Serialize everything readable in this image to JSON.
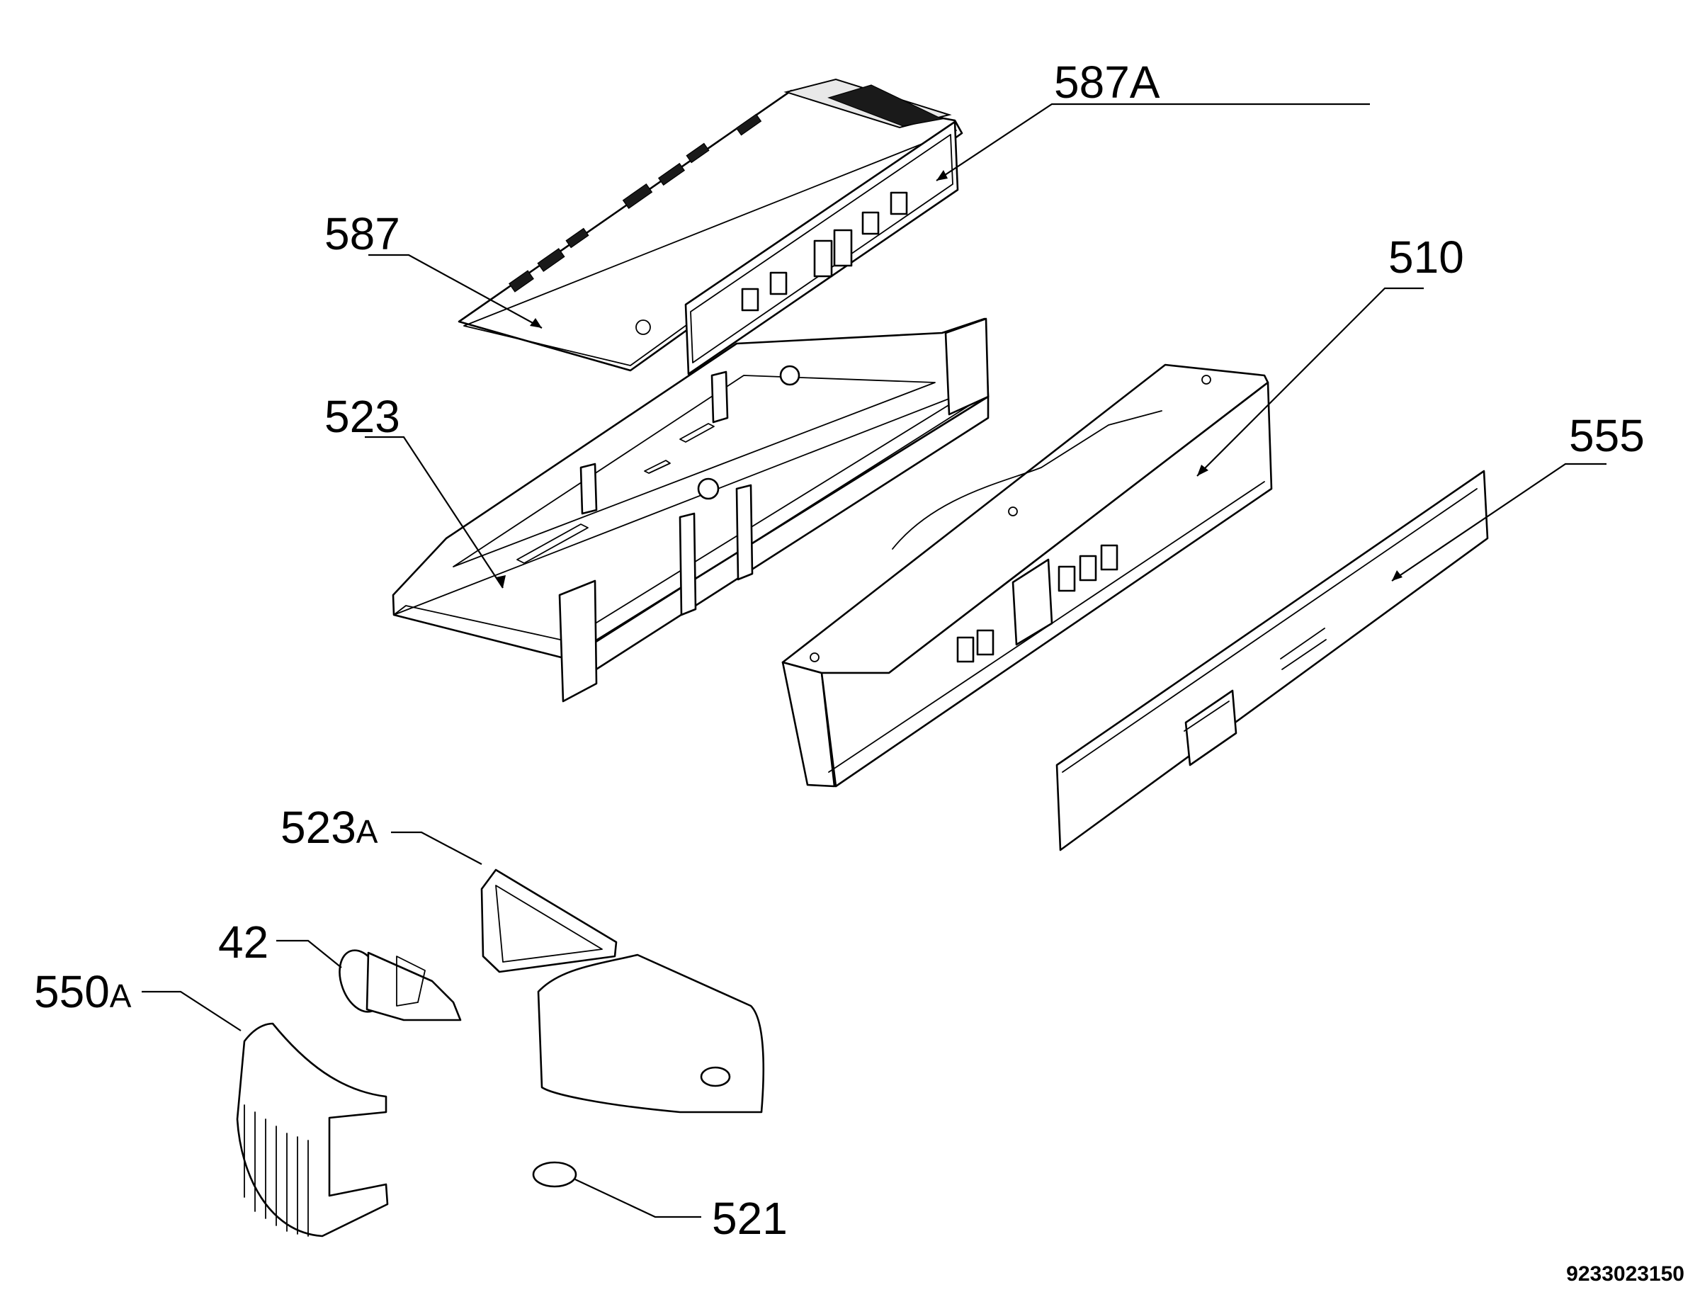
{
  "callouts": {
    "c587A": {
      "main": "587",
      "suffix": "A"
    },
    "c587": {
      "main": "587"
    },
    "c510": {
      "main": "510"
    },
    "c523": {
      "main": "523"
    },
    "c555": {
      "main": "555"
    },
    "c523A": {
      "main": "523",
      "suffix": "A"
    },
    "c42": {
      "main": "42"
    },
    "c550A": {
      "main": "550",
      "suffix": "A"
    },
    "c521": {
      "main": "521"
    }
  },
  "document_number": "9233023150"
}
